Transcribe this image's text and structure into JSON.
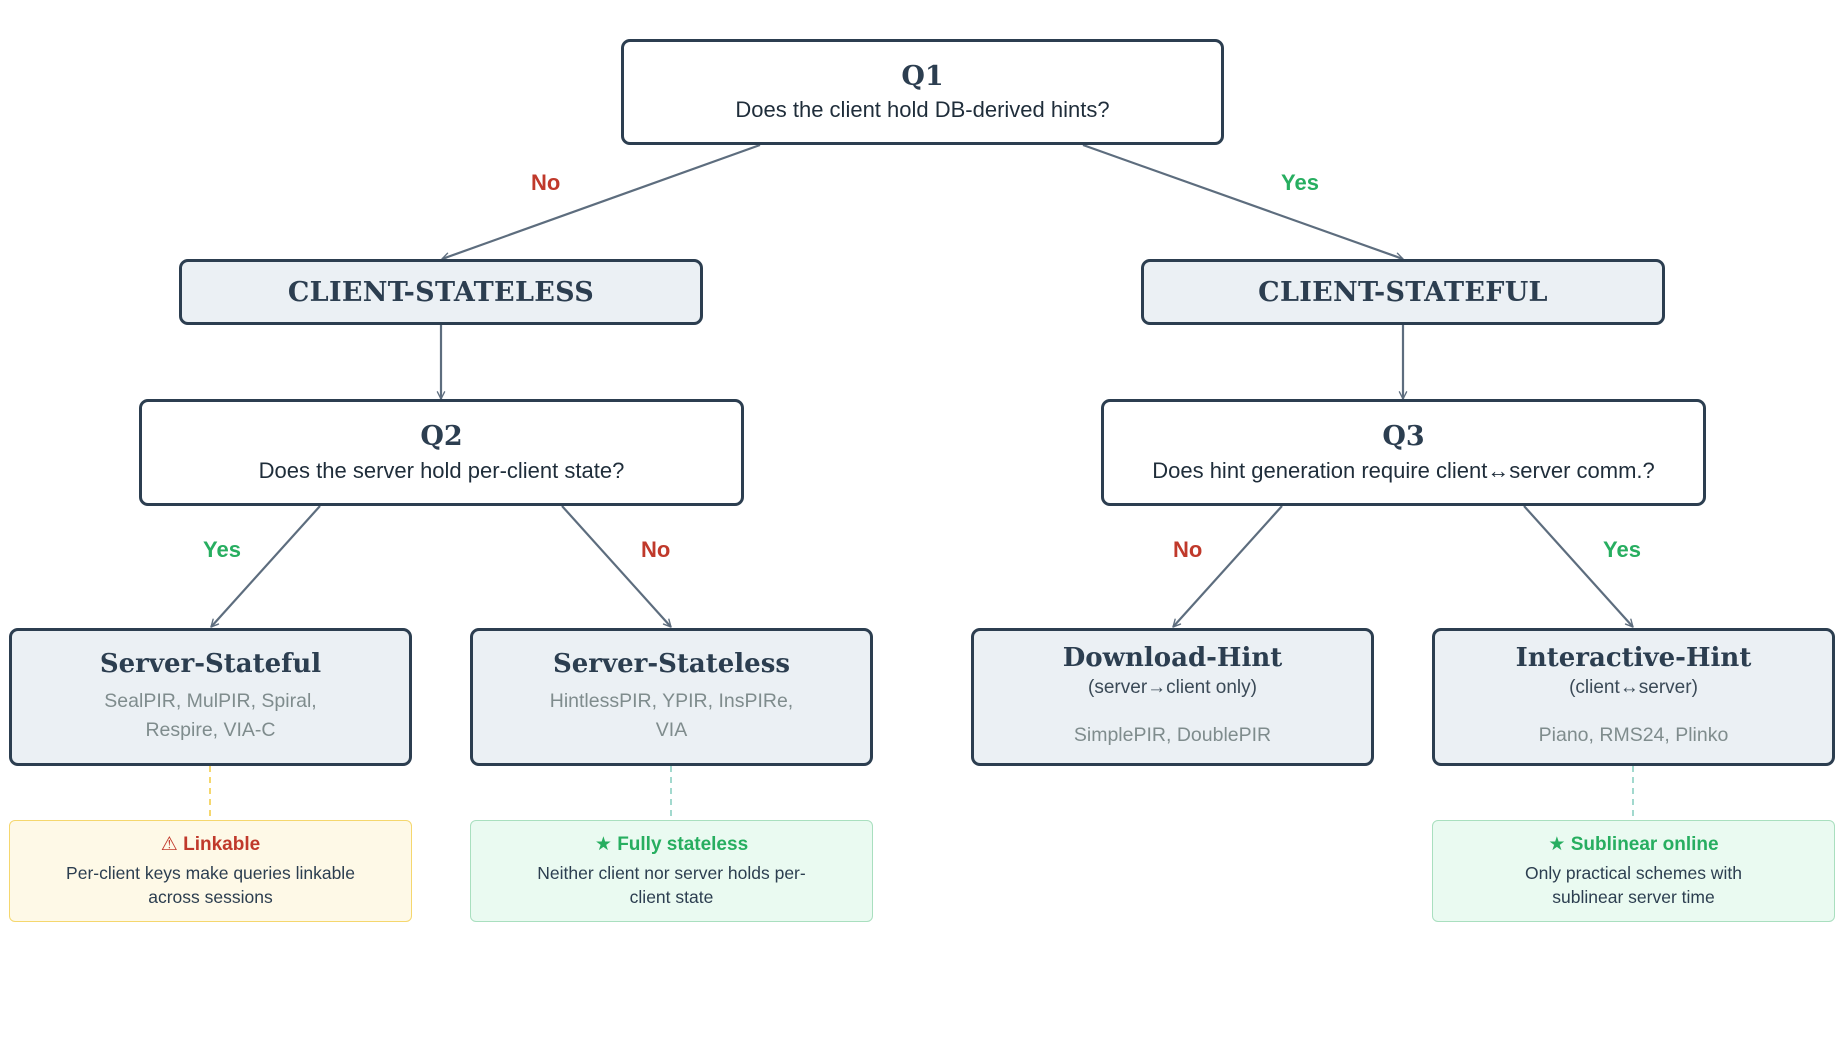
{
  "colors": {
    "stroke": "#2c3e50",
    "edge": "#5d6d7e",
    "category_fill": "#ebf0f4",
    "yes": "#27ae60",
    "no": "#c0392b",
    "example_text": "#7f8c8d",
    "note_yellow_fill": "#fef9e7",
    "note_yellow_border": "#f5d76e",
    "note_green_fill": "#eafaf1",
    "note_green_border": "#a9dfbf"
  },
  "q1": {
    "title": "Q1",
    "text": "Does the client hold DB-derived hints?"
  },
  "q2": {
    "title": "Q2",
    "text": "Does the server hold per-client state?"
  },
  "q3": {
    "title": "Q3",
    "text": "Does hint generation require client↔server comm.?"
  },
  "categories": {
    "stateless": "CLIENT-STATELESS",
    "stateful": "CLIENT-STATEFUL"
  },
  "leaves": {
    "server_stateful": {
      "title": "Server-Stateful",
      "examples": "SealPIR, MulPIR, Spiral, Respire, VIA-C"
    },
    "server_stateless": {
      "title": "Server-Stateless",
      "examples": "HintlessPIR, YPIR, InsPIRe, VIA"
    },
    "download_hint": {
      "title": "Download-Hint",
      "subtitle": "(server→client only)",
      "examples": "SimplePIR, DoublePIR"
    },
    "interactive_hint": {
      "title": "Interactive-Hint",
      "subtitle": "(client↔server)",
      "examples": "Piano, RMS24, Plinko"
    }
  },
  "edge_labels": {
    "q1_no": "No",
    "q1_yes": "Yes",
    "q2_yes": "Yes",
    "q2_no": "No",
    "q3_no": "No",
    "q3_yes": "Yes"
  },
  "notes": {
    "linkable": {
      "icon": "⚠",
      "title": "Linkable",
      "text": "Per-client keys make queries linkable across sessions"
    },
    "fully_stateless": {
      "icon": "★",
      "title": "Fully stateless",
      "text": "Neither client nor server holds per-client state"
    },
    "sublinear": {
      "icon": "★",
      "title": "Sublinear online",
      "text": "Only practical schemes with sublinear server time"
    }
  }
}
